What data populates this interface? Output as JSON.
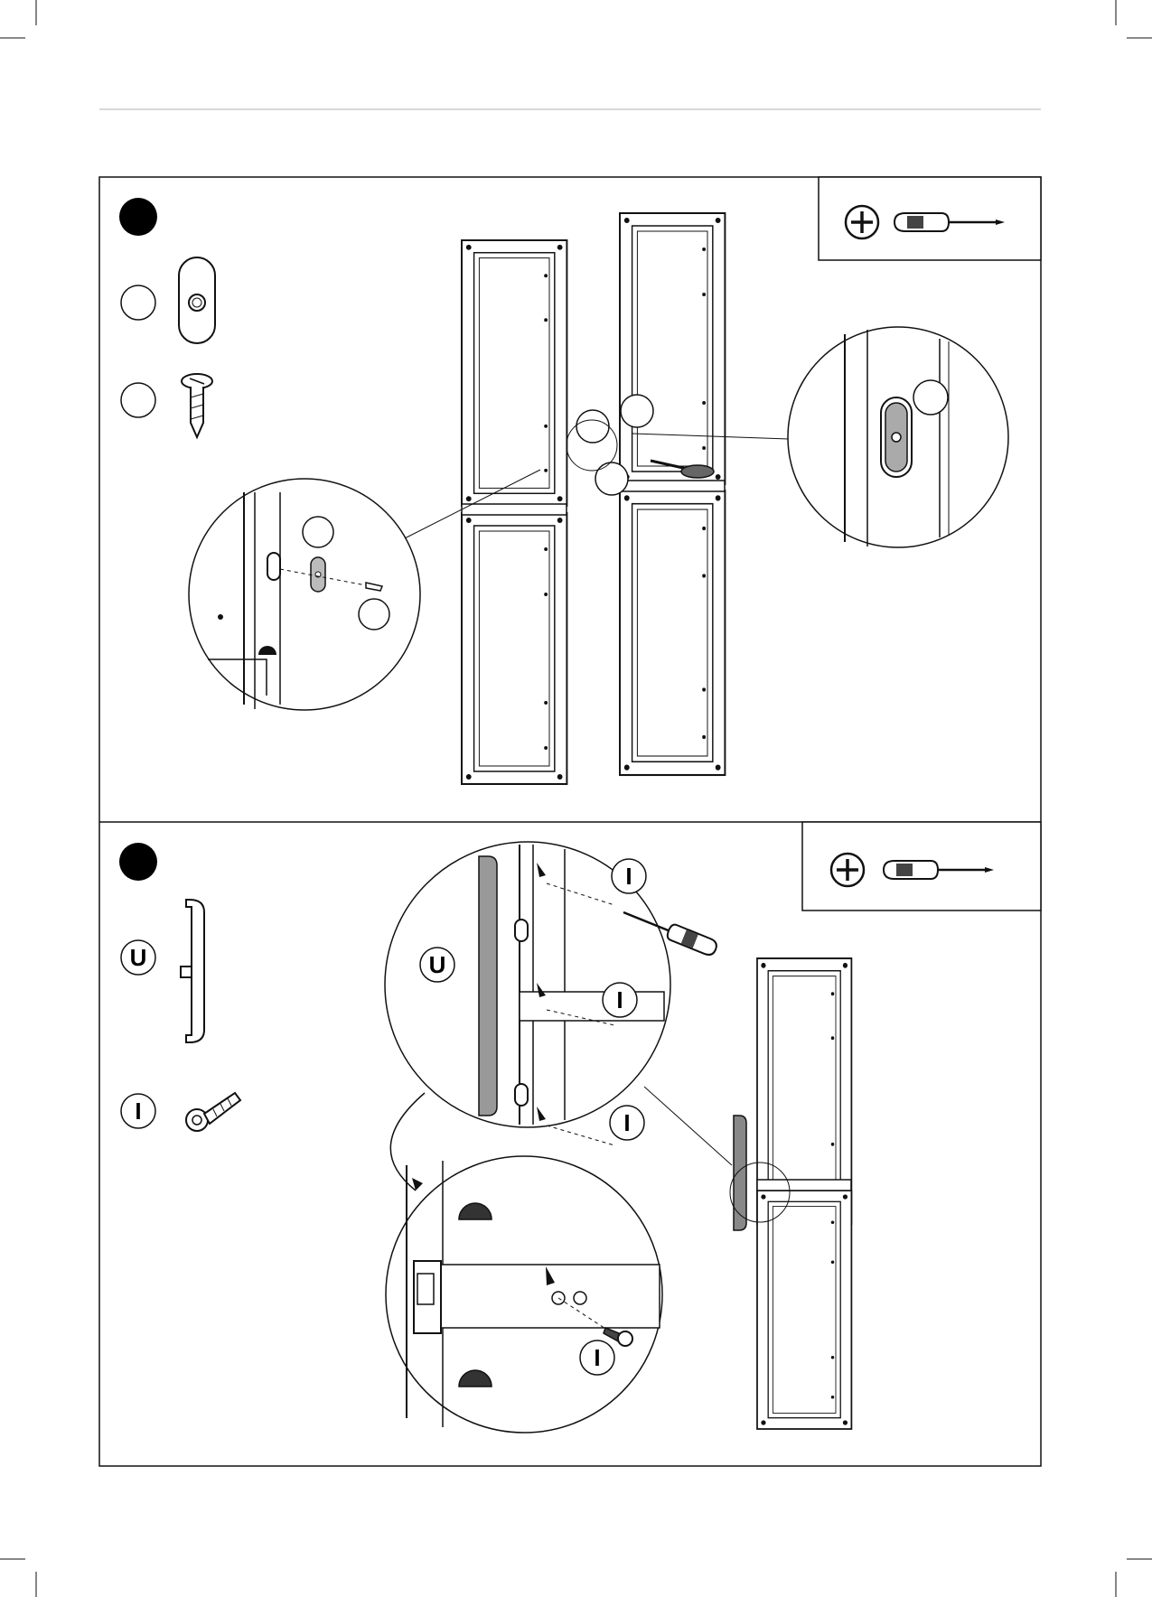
{
  "steps": [
    {
      "tool": "phillips-screwdriver",
      "parts": [
        {
          "letter": "",
          "icon": "cover-plate-icon"
        },
        {
          "letter": "",
          "icon": "screw-icon"
        }
      ]
    },
    {
      "tool": "phillips-screwdriver",
      "parts": [
        {
          "letter": "U",
          "icon": "handle-bar-icon"
        },
        {
          "letter": "I",
          "icon": "flange-screw-icon"
        }
      ],
      "callouts": {
        "i_top": "I",
        "i_mid": "I",
        "i_low": "I",
        "u_zoom": "U",
        "i_detail": "I"
      }
    }
  ]
}
